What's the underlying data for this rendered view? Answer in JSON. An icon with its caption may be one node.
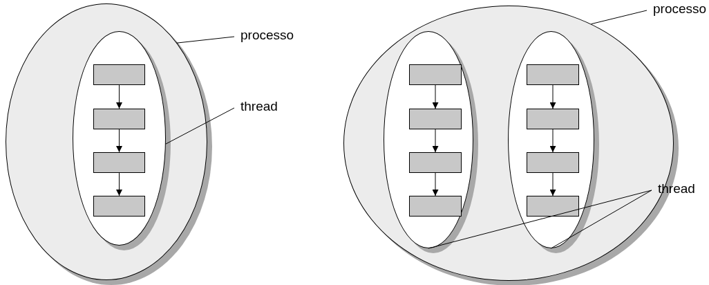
{
  "diagram": {
    "nodes": [
      {
        "text": [],
        "shape": "ellipse"
      },
      {
        "text": [],
        "shape": "ellipse",
        "in": 0
      },
      {
        "text": [],
        "shape": "box",
        "in": 1
      },
      {
        "text": [],
        "shape": "box",
        "in": 1
      },
      {
        "text": [],
        "shape": "box",
        "in": 1
      },
      {
        "text": [],
        "shape": "box",
        "in": 1
      },
      {
        "text": [
          "processo"
        ]
      },
      {
        "text": [
          "thread"
        ]
      },
      {
        "text": [],
        "shape": "ellipse"
      },
      {
        "text": [],
        "shape": "ellipse",
        "in": 8
      },
      {
        "text": [],
        "shape": "box",
        "in": 9
      },
      {
        "text": [],
        "shape": "box",
        "in": 9
      },
      {
        "text": [],
        "shape": "box",
        "in": 9
      },
      {
        "text": [],
        "shape": "box",
        "in": 9
      },
      {
        "text": [],
        "shape": "ellipse",
        "in": 8
      },
      {
        "text": [],
        "shape": "box",
        "in": 14
      },
      {
        "text": [],
        "shape": "box",
        "in": 14
      },
      {
        "text": [],
        "shape": "box",
        "in": 14
      },
      {
        "text": [],
        "shape": "box",
        "in": 14
      },
      {
        "text": [
          "processo"
        ]
      },
      {
        "text": [
          "thread"
        ]
      }
    ],
    "edges": [
      {
        "from": 2,
        "to": 3,
        "arrow": "to"
      },
      {
        "from": 3,
        "to": 4,
        "arrow": "to"
      },
      {
        "from": 4,
        "to": 5,
        "arrow": "to"
      },
      {
        "from": 6,
        "to": 0,
        "arrow": "none"
      },
      {
        "from": 7,
        "to": 1,
        "arrow": "none"
      },
      {
        "from": 10,
        "to": 11,
        "arrow": "to"
      },
      {
        "from": 11,
        "to": 12,
        "arrow": "to"
      },
      {
        "from": 12,
        "to": 13,
        "arrow": "to"
      },
      {
        "from": 15,
        "to": 16,
        "arrow": "to"
      },
      {
        "from": 16,
        "to": 17,
        "arrow": "to"
      },
      {
        "from": 17,
        "to": 18,
        "arrow": "to"
      },
      {
        "from": 19,
        "to": 8,
        "arrow": "none"
      },
      {
        "from": 20,
        "to": 9,
        "arrow": "none"
      },
      {
        "from": 20,
        "to": 14,
        "arrow": "none"
      }
    ]
  }
}
